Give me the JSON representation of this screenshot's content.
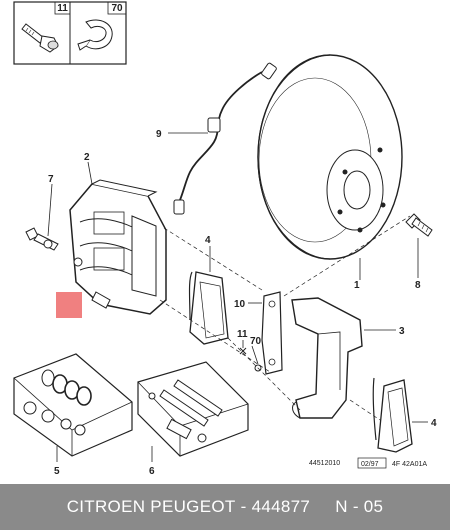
{
  "diagram": {
    "callouts": {
      "c1": "1",
      "c2": "2",
      "c3": "3",
      "c4a": "4",
      "c4b": "4",
      "c5": "5",
      "c6": "6",
      "c7": "7",
      "c8": "8",
      "c9": "9",
      "c10": "10",
      "c11": "11",
      "c70": "70",
      "inset11": "11",
      "inset70": "70"
    },
    "drawing_number": "44512010",
    "date_code": "02/97",
    "ref_code": "4F 42A01A",
    "highlight_color": "#f08080"
  },
  "footer": {
    "brand": "CITROEN PEUGEOT",
    "separator1": " - ",
    "part_number": "444877",
    "gap": "     ",
    "page_ref": "N - 05"
  }
}
